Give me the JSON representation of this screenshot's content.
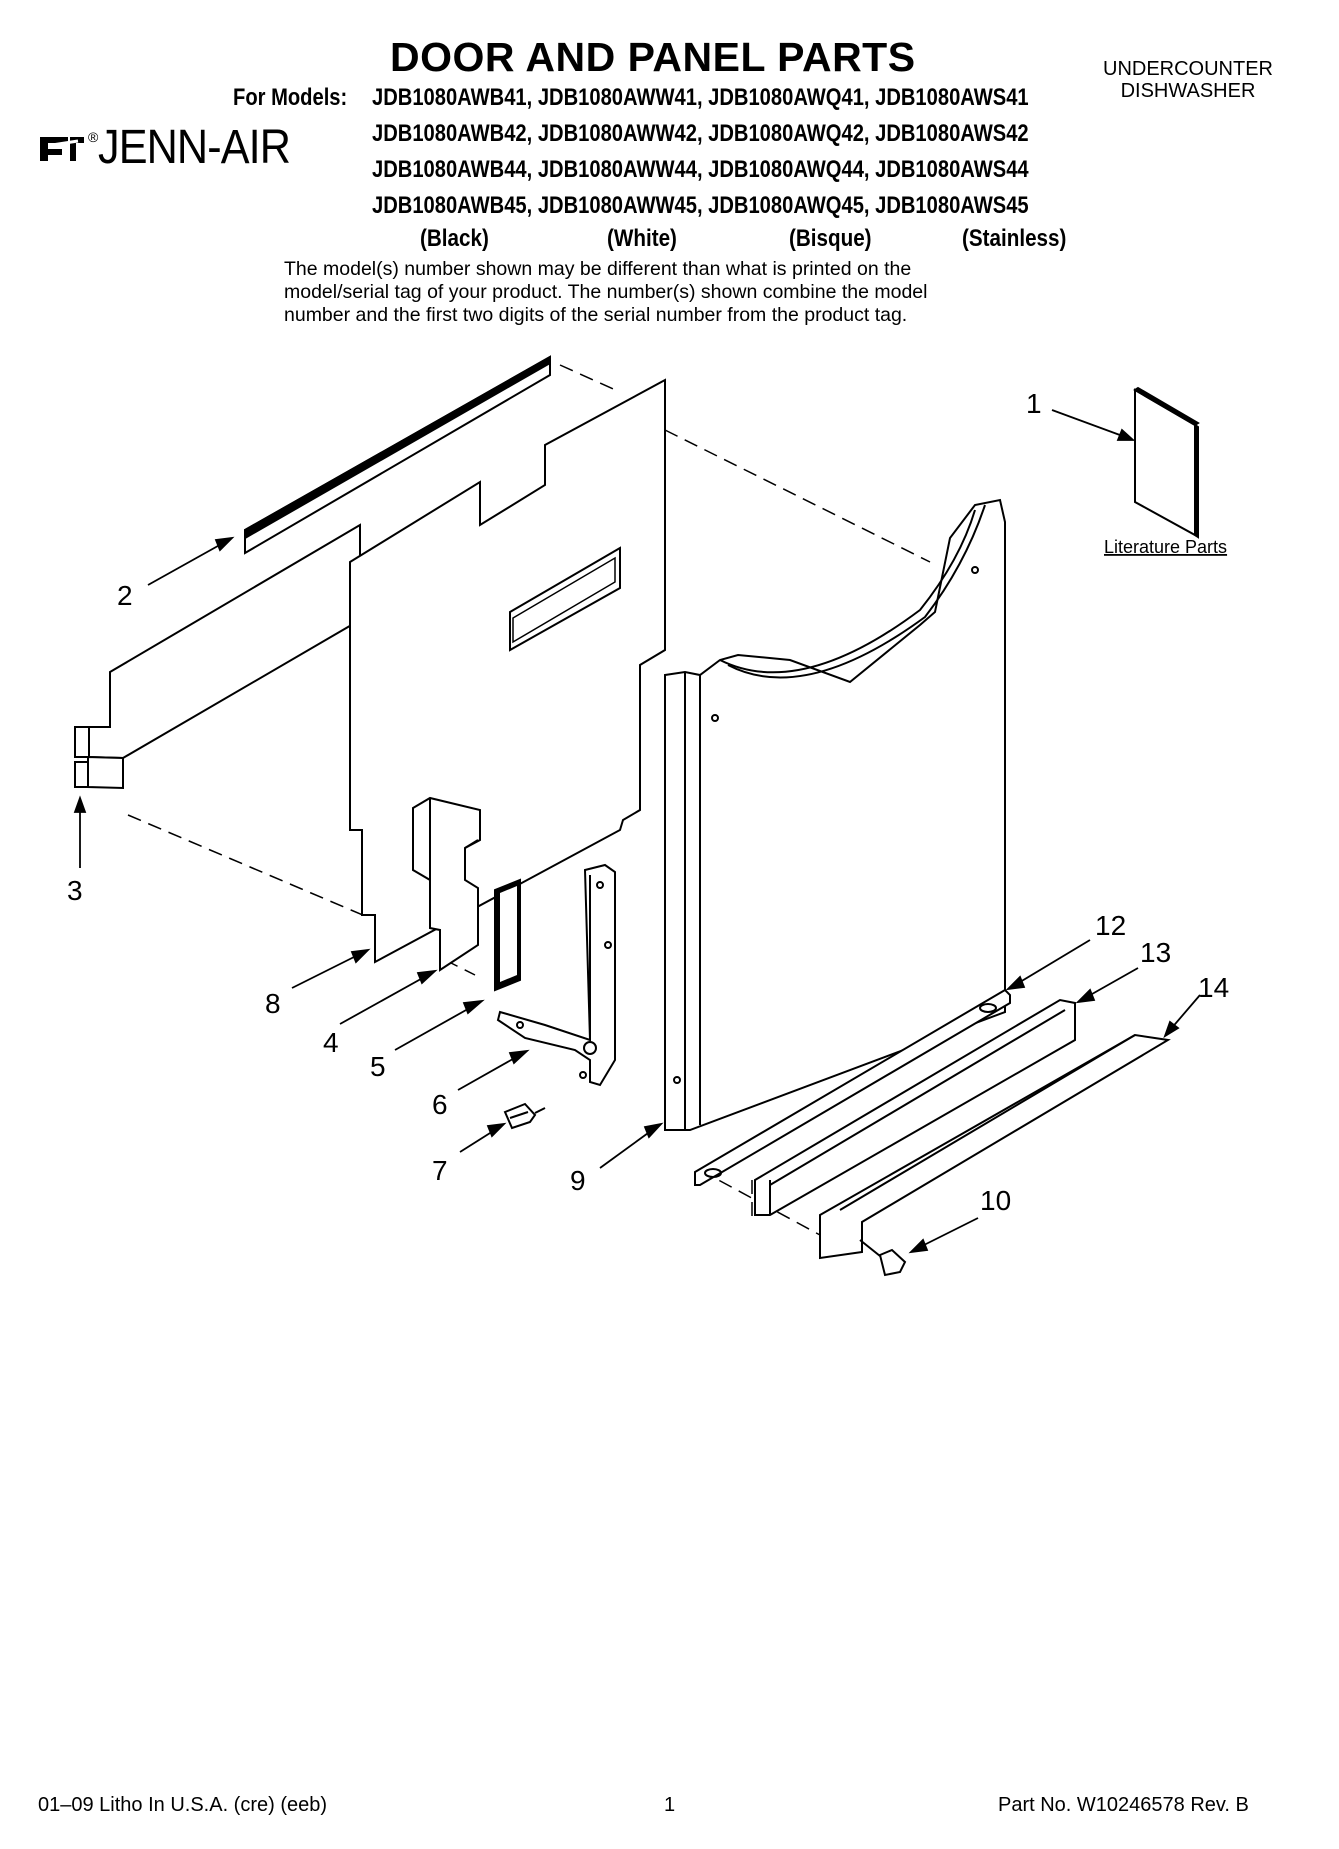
{
  "header": {
    "title": "DOOR AND PANEL PARTS",
    "category_line1": "UNDERCOUNTER",
    "category_line2": "DISHWASHER",
    "models_prefix": "For Models:",
    "model_rows": [
      "JDB1080AWB41, JDB1080AWW41, JDB1080AWQ41, JDB1080AWS41",
      "JDB1080AWB42, JDB1080AWW42, JDB1080AWQ42, JDB1080AWS42",
      "JDB1080AWB44, JDB1080AWW44, JDB1080AWQ44, JDB1080AWS44",
      "JDB1080AWB45, JDB1080AWW45, JDB1080AWQ45, JDB1080AWS45"
    ],
    "colors": [
      "(Black)",
      "(White)",
      "(Bisque)",
      "(Stainless)"
    ],
    "disclaimer": [
      "The model(s) number shown may be different than what is printed on the",
      "model/serial tag of your product. The number(s) shown combine the model",
      "number and the first two digits of the serial number from the product tag."
    ]
  },
  "brand": {
    "name": "JENN-AIR",
    "registered_mark": "®",
    "logo_icon": "jenn-air-logo-icon"
  },
  "diagram": {
    "callouts": [
      "1",
      "2",
      "3",
      "4",
      "5",
      "6",
      "7",
      "8",
      "9",
      "10",
      "12",
      "13",
      "14"
    ],
    "literature_label": "Literature Parts"
  },
  "footer": {
    "left": "01–09 Litho In U.S.A. (cre) (eeb)",
    "page": "1",
    "part_no": "Part No. W10246578 Rev. B"
  }
}
